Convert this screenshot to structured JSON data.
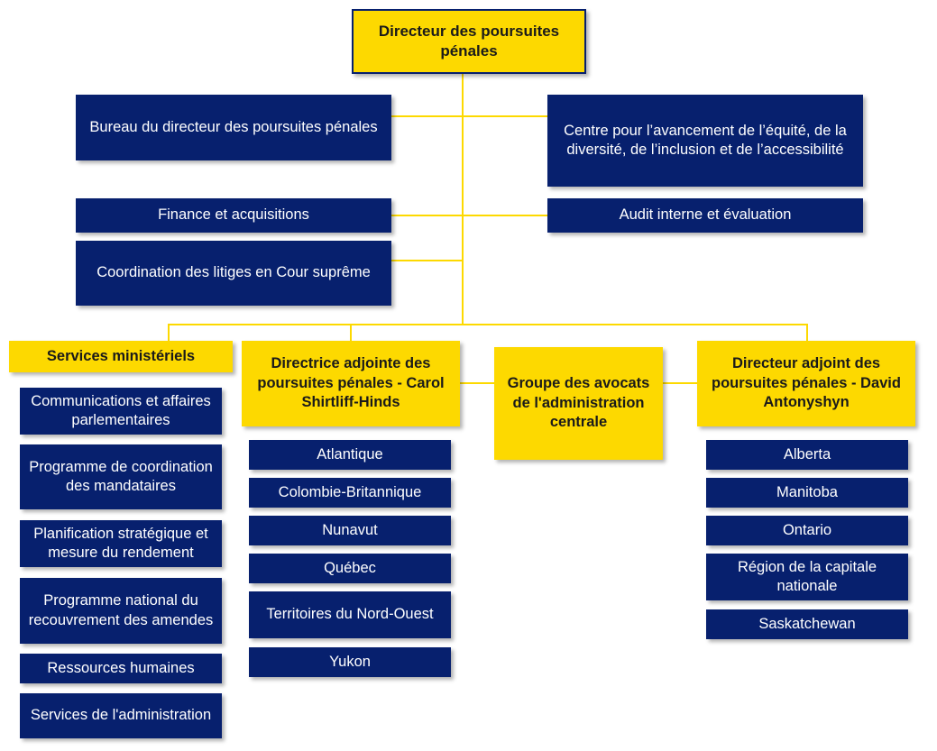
{
  "org_chart": {
    "type": "organization-chart",
    "language": "fr",
    "colors": {
      "accent_yellow": "#FDD900",
      "navy": "#07206E",
      "text_on_navy": "#FFFFFF",
      "text_on_yellow": "#1A1A1A",
      "connector": "#FDD900"
    },
    "root": {
      "label": "Directeur des poursuites pénales",
      "style": "yellow-bordered"
    },
    "staff_left": [
      {
        "label": "Bureau du directeur des poursuites pénales",
        "style": "navy"
      },
      {
        "label": "Finance et acquisitions",
        "style": "navy"
      },
      {
        "label": "Coordination des litiges en Cour suprême",
        "style": "navy"
      }
    ],
    "staff_right": [
      {
        "label": "Centre pour l’avancement de l’équité, de la diversité, de l’inclusion et de l’accessibilité",
        "style": "navy"
      },
      {
        "label": "Audit interne et évaluation",
        "style": "navy"
      }
    ],
    "branches": [
      {
        "header": "Services ministériels",
        "style": "yellow",
        "children": [
          "Communications et affaires parlementaires",
          "Programme de coordination des mandataires",
          "Planification stratégique et mesure du rendement",
          "Programme national du recouvrement des amendes",
          "Ressources humaines",
          "Services de l'administration"
        ]
      },
      {
        "header": "Directrice adjointe des poursuites pénales - Carol Shirtliff-Hinds",
        "style": "yellow",
        "children": [
          "Atlantique",
          "Colombie-Britannique",
          "Nunavut",
          "Québec",
          "Territoires du Nord-Ouest",
          "Yukon"
        ]
      },
      {
        "header": "Groupe des avocats de l'administration centrale",
        "style": "yellow",
        "children": []
      },
      {
        "header": "Directeur adjoint des poursuites pénales - David Antonyshyn",
        "style": "yellow",
        "children": [
          "Alberta",
          "Manitoba",
          "Ontario",
          "Région de la capitale nationale",
          "Saskatchewan"
        ]
      }
    ]
  }
}
